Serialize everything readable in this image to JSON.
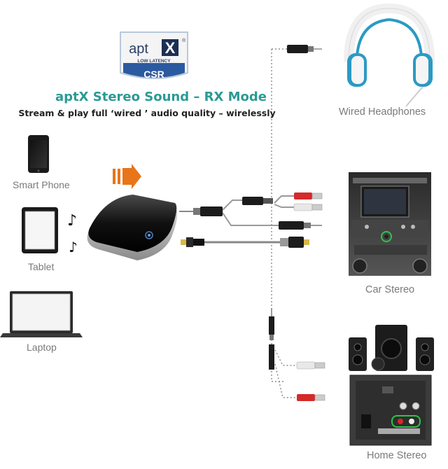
{
  "logo": {
    "brand": "apt",
    "brand_x": "X",
    "trademark": "®",
    "tagline": "LOW LATENCY",
    "vendor": "CSR"
  },
  "header": {
    "title": "aptX Stereo Sound – RX Mode",
    "subtitle": "Stream & play full ‘wired ’ audio quality – wirelessly"
  },
  "sources": [
    {
      "label": "Smart Phone"
    },
    {
      "label": "Tablet"
    },
    {
      "label": "Laptop"
    }
  ],
  "outputs": [
    {
      "label": "Wired Headphones"
    },
    {
      "label": "Car Stereo"
    },
    {
      "label": "Home Stereo"
    }
  ],
  "colors": {
    "teal": "#2a9a94",
    "logo_blue": "#2c5aa0",
    "arrow_orange": "#e8751a",
    "cable_grey": "#9a9a9a",
    "rca_red": "#d42a2a"
  }
}
